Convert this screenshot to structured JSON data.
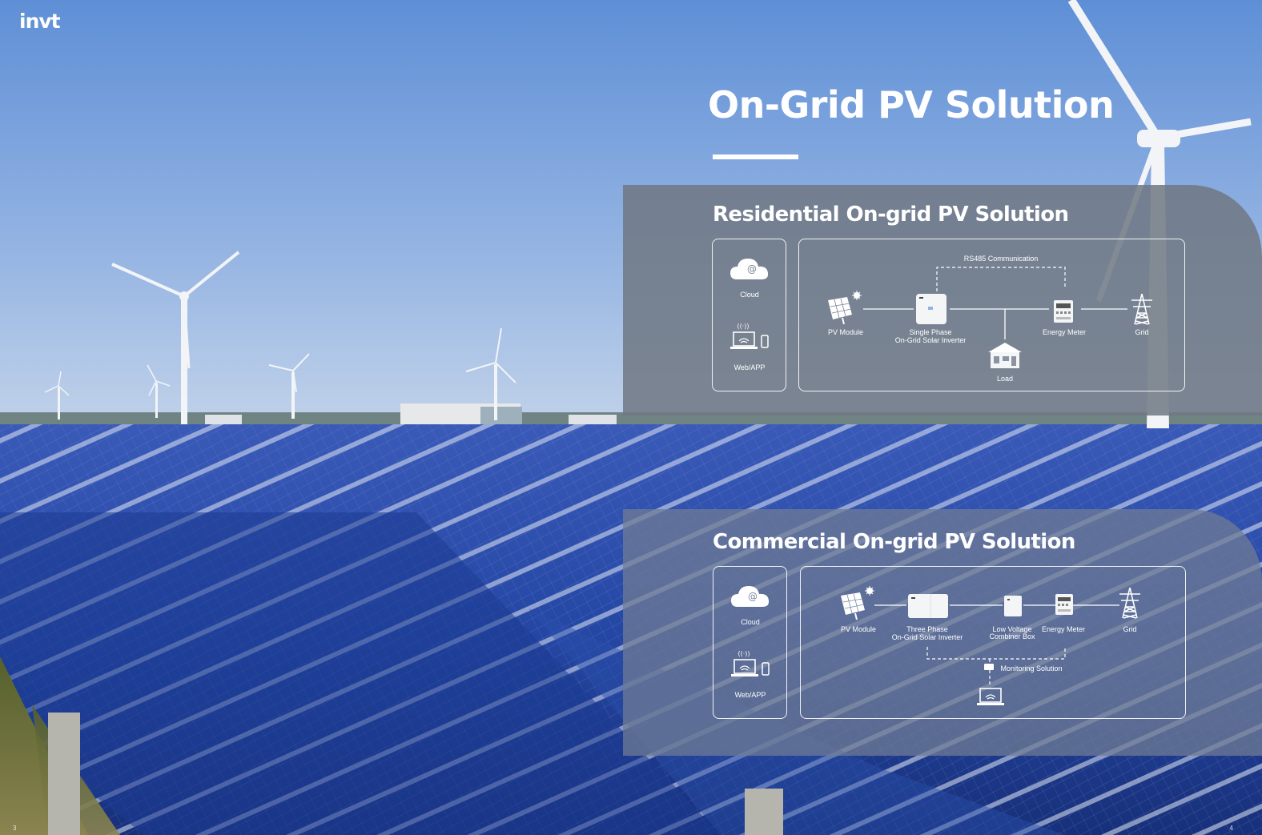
{
  "brand": {
    "logo_text": "invt"
  },
  "page": {
    "title": "On-Grid PV Solution",
    "page_left": "3",
    "page_right": "4"
  },
  "residential": {
    "title": "Residential On-grid PV Solution",
    "cloud_label": "Cloud",
    "webapp_label": "Web/APP",
    "comm_label": "RS485 Communication",
    "pv_label": "PV Module",
    "inverter_label_1": "Single Phase",
    "inverter_label_2": "On-Grid Solar Inverter",
    "meter_label": "Energy Meter",
    "grid_label": "Grid",
    "load_label": "Load"
  },
  "commercial": {
    "title": "Commercial On-grid PV Solution",
    "cloud_label": "Cloud",
    "webapp_label": "Web/APP",
    "pv_label": "PV Module",
    "inverter_label_1": "Three Phase",
    "inverter_label_2": "On-Grid Solar Inverter",
    "combiner_label_1": "Low Voltage",
    "combiner_label_2": "Combiner Box",
    "meter_label": "Energy Meter",
    "grid_label": "Grid",
    "monitoring_label": "Monitoring Solution"
  },
  "colors": {
    "sky_top": "#5e8fd6",
    "sky_bottom": "#b8cce8",
    "panel_blue": "#1d3f9a",
    "grass": "#6d7a3a"
  }
}
